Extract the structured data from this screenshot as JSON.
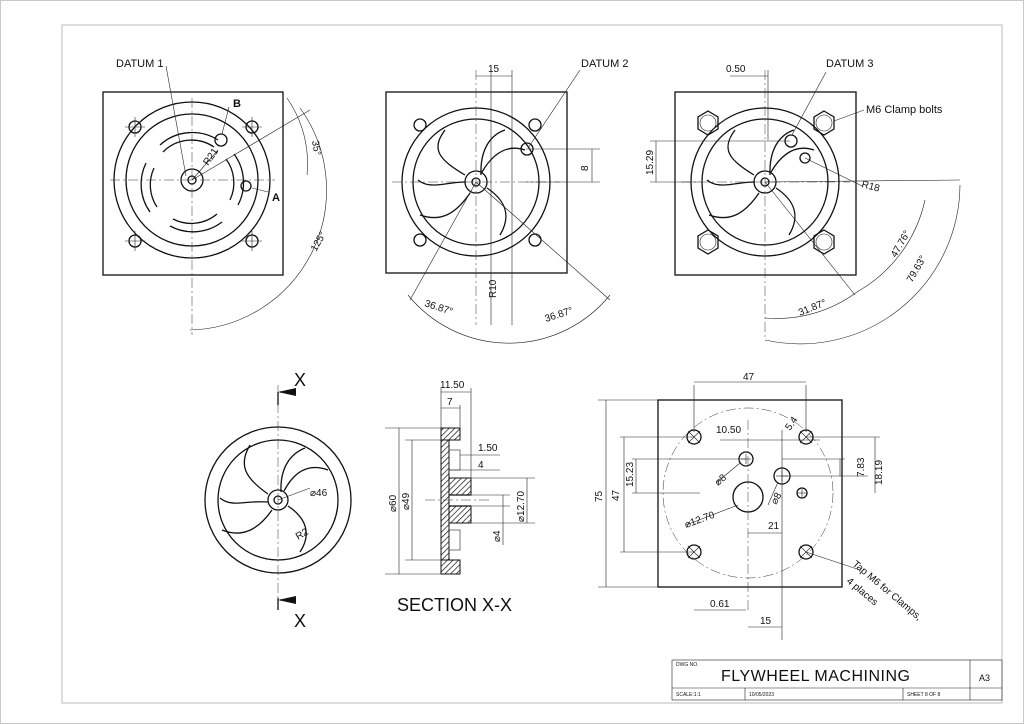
{
  "title_block": {
    "dwg_no_label": "DWG NO.",
    "title": "FLYWHEEL MACHINING",
    "size": "A3",
    "scale": "SCALE:1:1",
    "date": "10/05/2023",
    "sheet": "SHEET 8 OF 8"
  },
  "view1": {
    "datum": "DATUM 1",
    "label_a": "A",
    "label_b": "B",
    "radius": "R21",
    "angle_small": "35°",
    "angle_large": "125°"
  },
  "view2": {
    "datum": "DATUM 2",
    "dim_top": "15",
    "dim_side": "8",
    "radius": "R10",
    "angle_left": "36.87°",
    "angle_right": "36.87°"
  },
  "view3": {
    "datum": "DATUM 3",
    "clamp_label": "M6 Clamp bolts",
    "dim_top": "0.50",
    "dim_side": "15.29",
    "radius": "R18",
    "angle_a": "31.87°",
    "angle_b": "47.76°",
    "angle_c": "79.63°"
  },
  "front_view": {
    "cut_label_top": "X",
    "cut_label_bottom": "X",
    "dia": "⌀46",
    "radius": "R2"
  },
  "section": {
    "title": "SECTION X-X",
    "d_overall": "11.50",
    "d_7": "7",
    "d_150": "1.50",
    "d_4": "4",
    "dia60": "⌀60",
    "dia49": "⌀49",
    "dia4": "⌀4",
    "dia1270": "⌀12.70"
  },
  "fixture": {
    "d47_top": "47",
    "d1050": "10.50",
    "d54": "5.4",
    "d1523": "15.23",
    "d783": "7.83",
    "d1819": "18.19",
    "dia8_a": "⌀8",
    "dia8_b": "⌀8",
    "dia1270": "⌀12.70",
    "d21": "21",
    "d75": "75",
    "d47_left": "47",
    "d061": "0.61",
    "d15": "15",
    "tap_note_1": "Tap M6 for Clamps,",
    "tap_note_2": "4 places"
  }
}
